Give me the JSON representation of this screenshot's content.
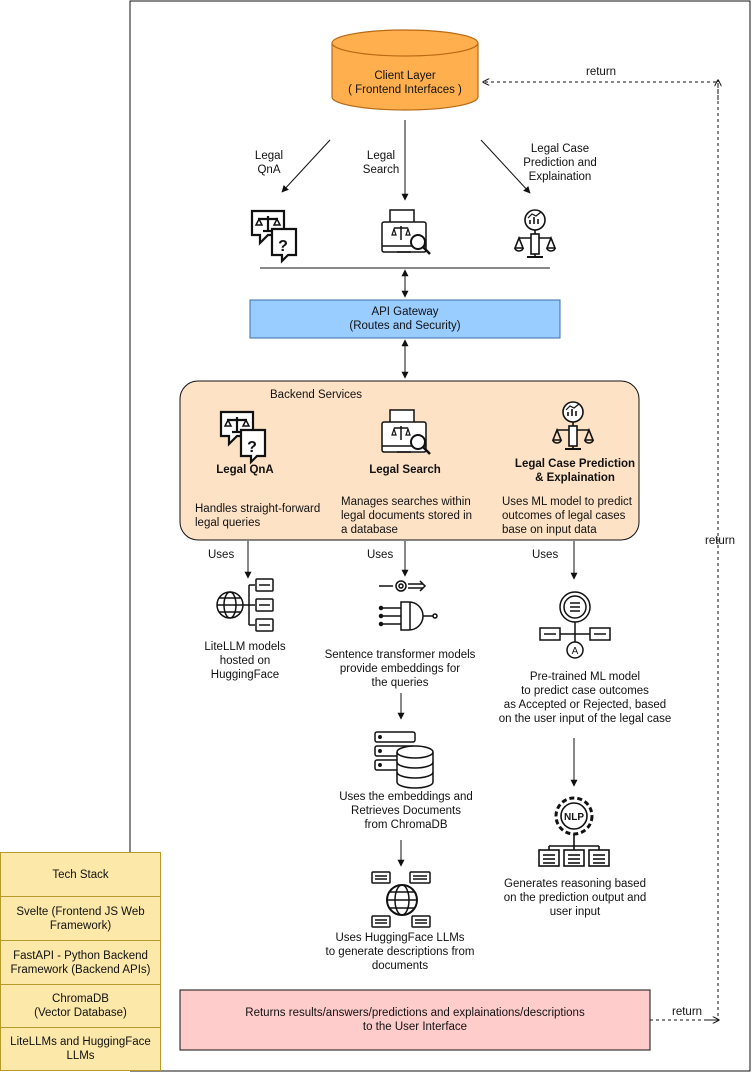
{
  "client_layer": {
    "title": "Client Layer",
    "subtitle": "( Frontend Interfaces )"
  },
  "edges": {
    "legal_qna": [
      "Legal",
      "QnA"
    ],
    "legal_search": [
      "Legal",
      "Search"
    ],
    "legal_case": [
      "Legal Case",
      "Prediction and",
      "Explaination"
    ],
    "return": "return",
    "uses": "Uses"
  },
  "api_gateway": {
    "title": "API Gateway",
    "subtitle": "(Routes and Security)"
  },
  "backend": {
    "title": "Backend Services",
    "services": [
      {
        "name": "Legal QnA",
        "desc": [
          "Handles straight-forward",
          "legal queries"
        ]
      },
      {
        "name": "Legal Search",
        "desc": [
          "Manages searches within",
          "legal documents stored in",
          "a database"
        ]
      },
      {
        "name": [
          "Legal Case Prediction",
          "& Explaination"
        ],
        "desc": [
          "Uses ML model to predict",
          "outcomes of legal cases",
          "base on input data"
        ]
      }
    ]
  },
  "nodes": {
    "litellm": [
      "LiteLLM models",
      "hosted on",
      "HuggingFace"
    ],
    "sentence": [
      "Sentence transformer models",
      "provide embeddings for",
      "the queries"
    ],
    "chroma": [
      "Uses the embeddings and",
      "Retrieves Documents",
      "from ChromaDB"
    ],
    "hf_llm": [
      "Uses HuggingFace LLMs",
      "to generate descriptions from",
      "documents"
    ],
    "ml_model": [
      "Pre-trained ML model",
      "to predict case outcomes",
      "as Accepted or Rejected, based",
      "on the user input of the legal case"
    ],
    "reasoning": [
      "Generates reasoning based",
      "on the prediction output and",
      "user input"
    ]
  },
  "results": [
    "Returns results/answers/predictions and explainations/descriptions",
    "to the User Interface"
  ],
  "tech_stack": [
    [
      "Tech Stack"
    ],
    [
      "Svelte (Frontend JS Web",
      "Framework)"
    ],
    [
      "FastAPI - Python Backend",
      "Framework (Backend APIs)"
    ],
    [
      "ChromaDB",
      "(Vector Database)"
    ],
    [
      "LiteLLMs and HuggingFace",
      "LLMs"
    ]
  ],
  "colors": {
    "client": "#ffaf4d",
    "client_stroke": "#b86a14",
    "api": "#99ccff",
    "backend": "#fde2c6",
    "results": "#ffcccc",
    "tech": "#fce8a8"
  }
}
